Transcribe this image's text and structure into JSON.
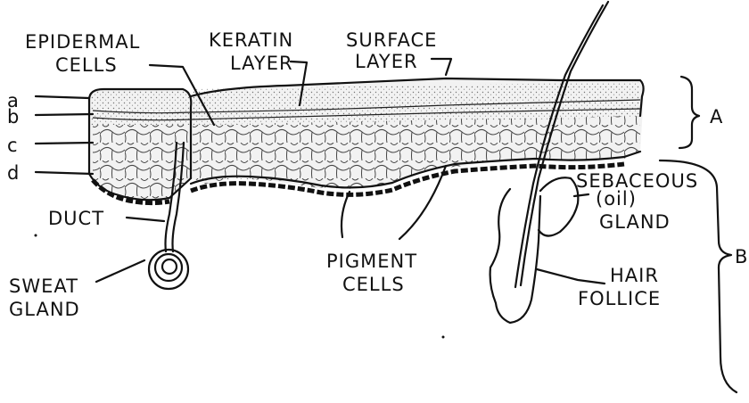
{
  "labels": {
    "epidermal_line1": "EPIDERMAL",
    "epidermal_line2": "CELLS",
    "keratin_line1": "KERATIN",
    "keratin_line2": "LAYER",
    "surface_line1": "SURFACE",
    "surface_line2": "LAYER",
    "layer_a": "a",
    "layer_b": "b",
    "layer_c": "c",
    "layer_d": "d",
    "section_a": "A",
    "section_b": "B",
    "sebaceous_line1": "SEBACEOUS",
    "sebaceous_line2": "(oil)",
    "sebaceous_line3": "GLAND",
    "duct": "DUCT",
    "pigment_line1": "PIGMENT",
    "pigment_line2": "CELLS",
    "sweat_line1": "SWEAT",
    "sweat_line2": "GLAND",
    "hair_line1": "HAIR",
    "hair_line2": "FOLLICE"
  }
}
